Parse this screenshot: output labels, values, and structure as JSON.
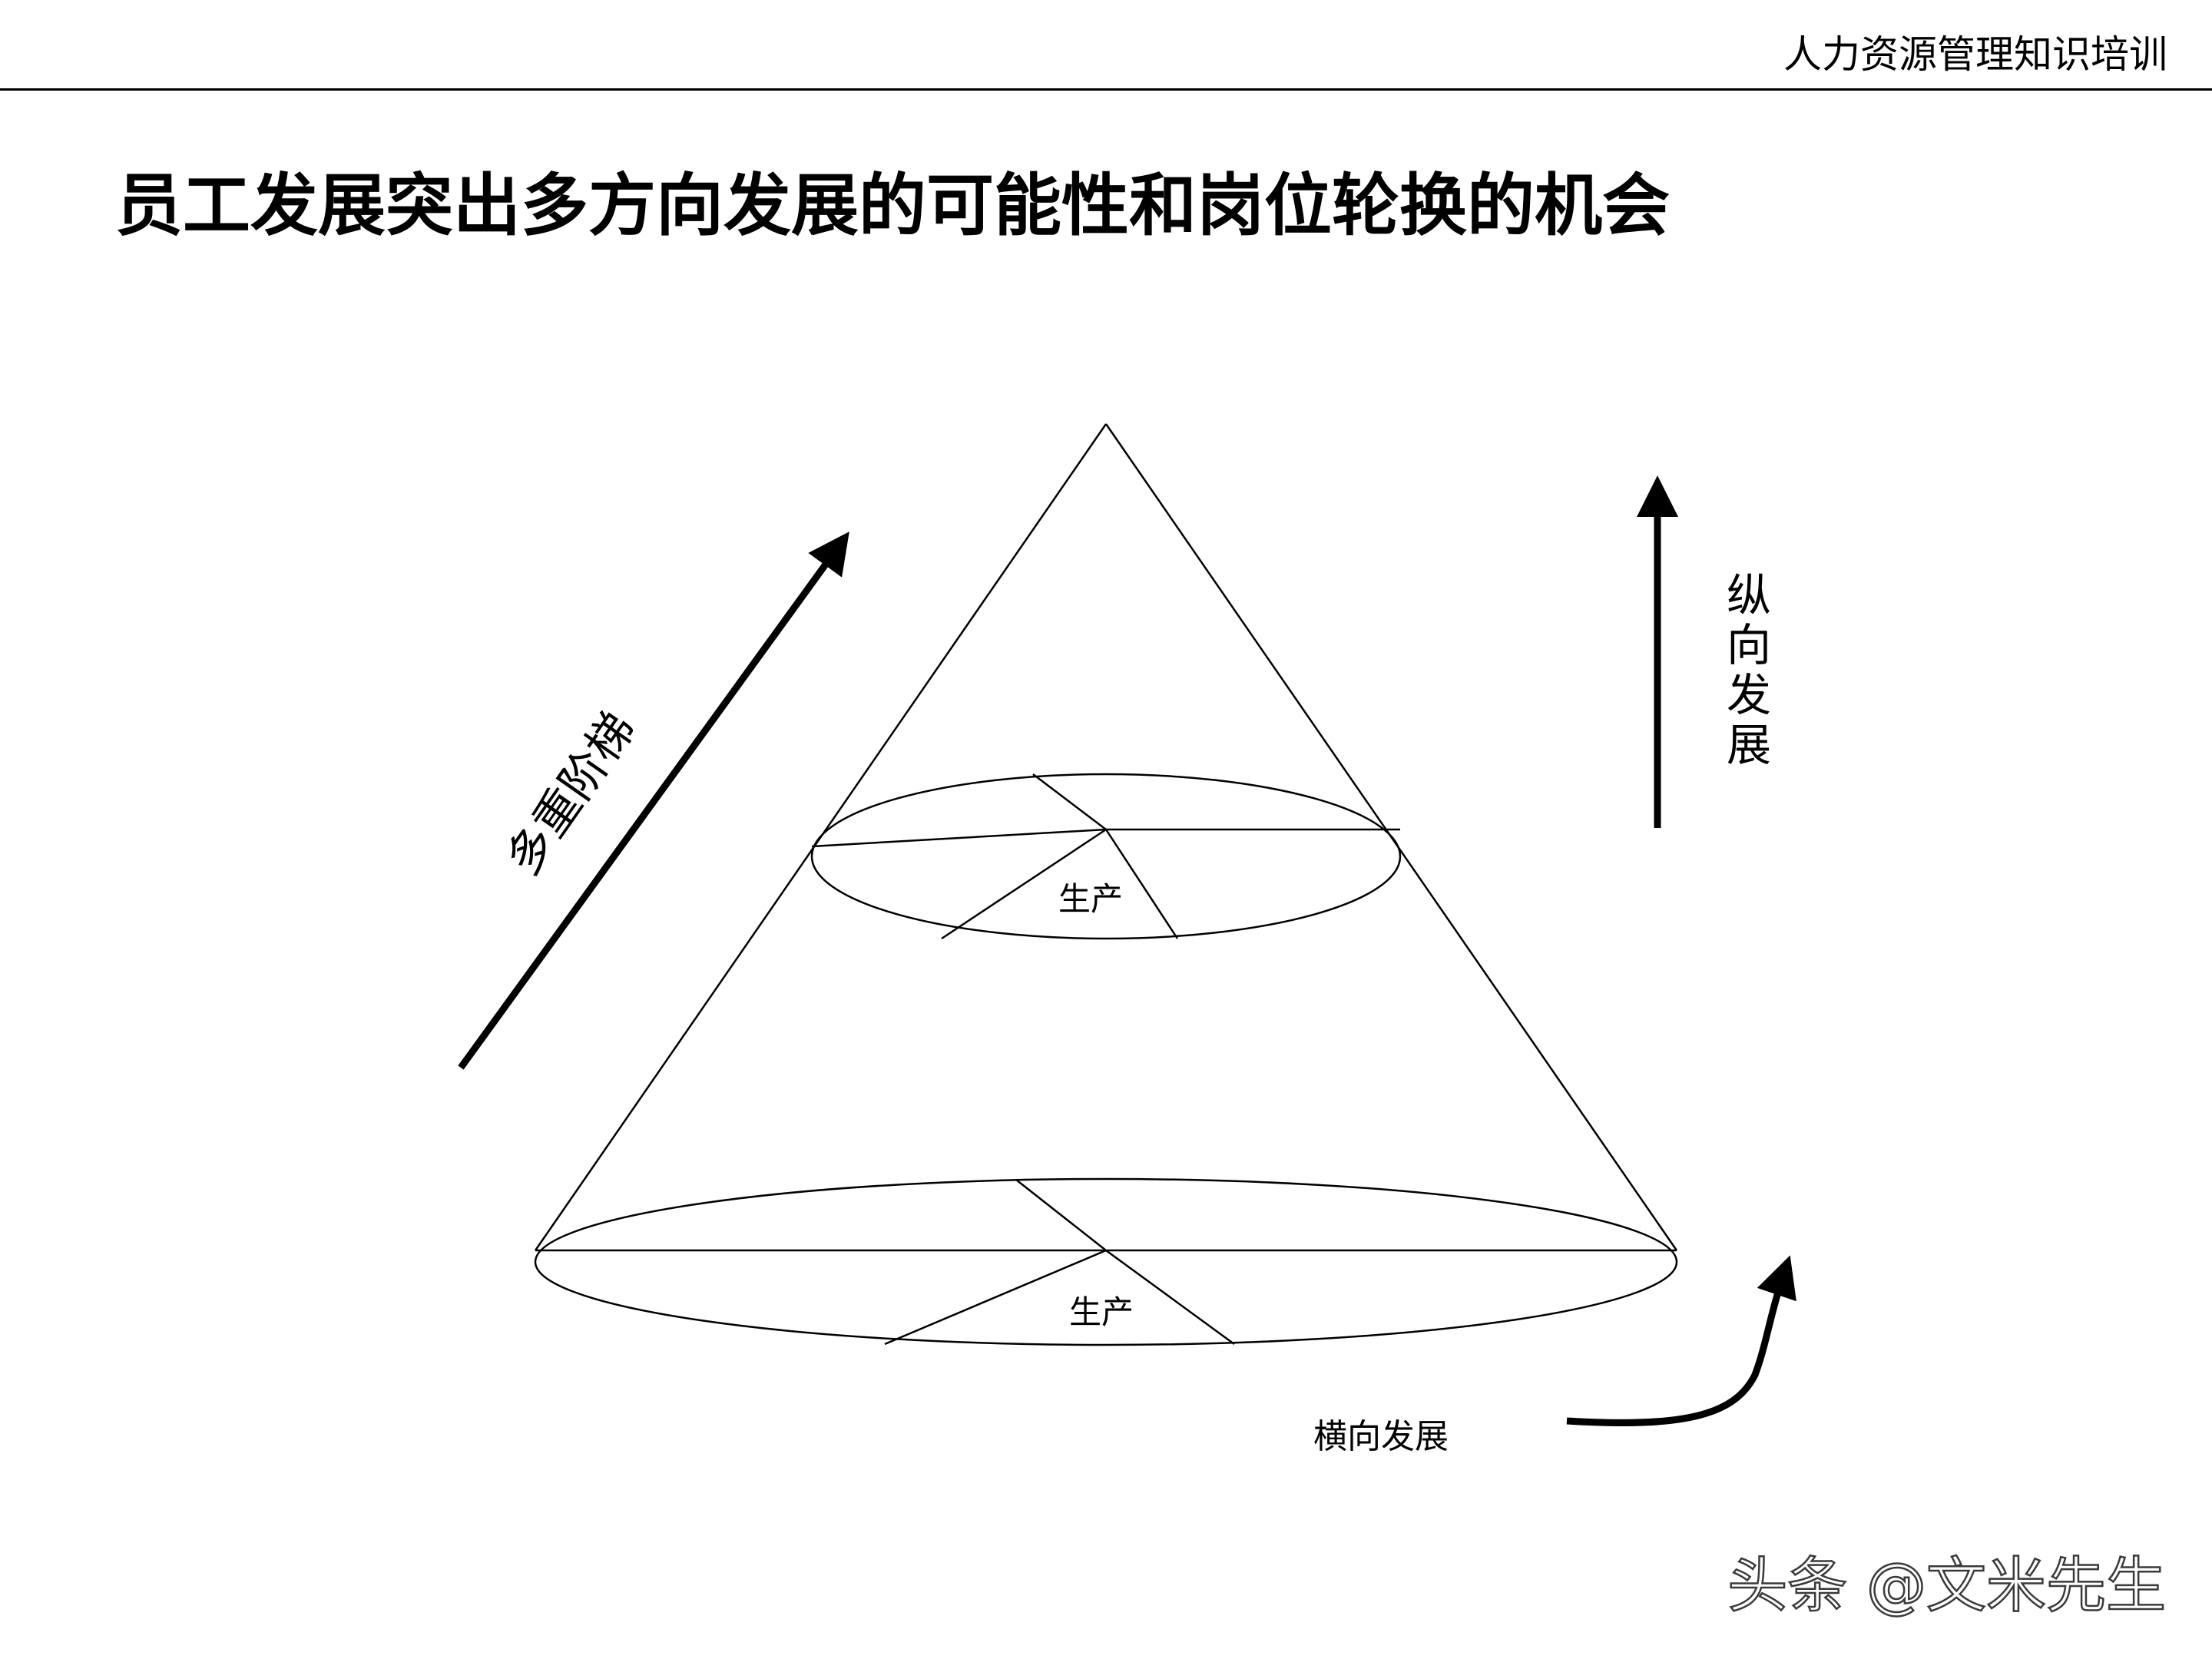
{
  "header": {
    "text": "人力资源管理知识培训"
  },
  "slide": {
    "title": "员工发展突出多方向发展的可能性和岗位轮换的机会"
  },
  "diagram": {
    "ladder_label": "多重阶梯",
    "vertical_label_chars": [
      "纵",
      "向",
      "发",
      "展"
    ],
    "horizontal_label": "横向发展",
    "upper_segment_label": "生产",
    "lower_segment_label": "生产"
  },
  "watermark": {
    "text": "头条 @文米先生"
  }
}
